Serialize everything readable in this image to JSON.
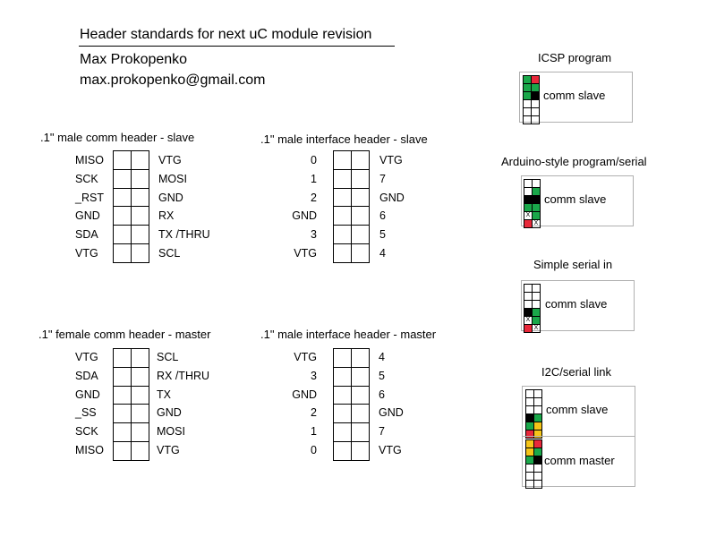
{
  "doc": {
    "title": "Header standards for next uC module revision",
    "author": "Max Prokopenko",
    "email": "max.prokopenko@gmail.com"
  },
  "headers": {
    "slave_comm": {
      "title": ".1\" male comm header - slave",
      "left": [
        "MISO",
        "SCK",
        "_RST",
        "GND",
        "SDA",
        "VTG"
      ],
      "right": [
        "VTG",
        "MOSI",
        "GND",
        "RX",
        "TX /THRU",
        "SCL"
      ]
    },
    "slave_interface": {
      "title": ".1\" male interface header - slave",
      "left": [
        "0",
        "1",
        "2",
        "GND",
        "3",
        "VTG"
      ],
      "right": [
        "VTG",
        "7",
        "GND",
        "6",
        "5",
        "4"
      ]
    },
    "master_comm": {
      "title": ".1\" female comm header - master",
      "left": [
        "VTG",
        "SDA",
        "GND",
        "_SS",
        "SCK",
        "MISO"
      ],
      "right": [
        "SCL",
        "RX /THRU",
        "TX",
        "GND",
        "MOSI",
        "VTG"
      ]
    },
    "master_interface": {
      "title": ".1\" male interface header - master",
      "left": [
        "VTG",
        "3",
        "GND",
        "2",
        "1",
        "0"
      ],
      "right": [
        "4",
        "5",
        "6",
        "GND",
        "7",
        "VTG"
      ]
    }
  },
  "connections": {
    "icsp": {
      "title": "ICSP program",
      "label": "comm slave"
    },
    "arduino": {
      "title": "Arduino-style program/serial",
      "label": "comm slave"
    },
    "simple_serial": {
      "title": "Simple serial  in",
      "label": "comm slave"
    },
    "i2c": {
      "title": "I2C/serial link",
      "label_slave": "comm slave",
      "label_master": "comm master"
    }
  },
  "colors": {
    "black": "#000000",
    "green": "#1aa84a",
    "red": "#e8283a",
    "yellow": "#f5c518",
    "box_border": "#b0b0b0"
  },
  "mini_grids": {
    "icsp": [
      [
        "green",
        "red"
      ],
      [
        "green",
        "green"
      ],
      [
        "green",
        "black"
      ],
      [
        "",
        ""
      ],
      [
        "",
        ""
      ],
      [
        "",
        ""
      ]
    ],
    "arduino": [
      [
        "",
        ""
      ],
      [
        "",
        "green"
      ],
      [
        "black",
        "black"
      ],
      [
        "green",
        "green"
      ],
      [
        "X",
        "green"
      ],
      [
        "red",
        "X"
      ]
    ],
    "simple": [
      [
        "",
        ""
      ],
      [
        "",
        ""
      ],
      [
        "",
        ""
      ],
      [
        "black",
        "green"
      ],
      [
        "X",
        "green"
      ],
      [
        "red",
        "X"
      ]
    ],
    "i2c_slave": [
      [
        "",
        ""
      ],
      [
        "",
        ""
      ],
      [
        "",
        ""
      ],
      [
        "black",
        "green"
      ],
      [
        "green",
        "yellow"
      ],
      [
        "red",
        "yellow"
      ]
    ],
    "i2c_master": [
      [
        "yellow",
        "red"
      ],
      [
        "yellow",
        "green"
      ],
      [
        "green",
        "black"
      ],
      [
        "",
        ""
      ],
      [
        "",
        ""
      ],
      [
        "",
        ""
      ]
    ]
  }
}
